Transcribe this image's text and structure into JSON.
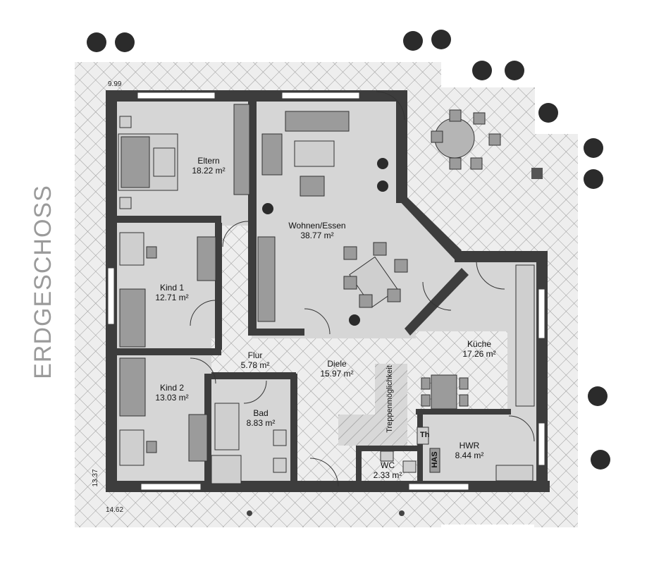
{
  "floor_title": "ERDGESCHOSS",
  "dimensions": {
    "top_width": "9.99",
    "left_height": "13.37",
    "bottom_width": "14.62"
  },
  "rooms": {
    "eltern": {
      "name": "Eltern",
      "area": "18.22 m²"
    },
    "wohnen": {
      "name": "Wohnen/Essen",
      "area": "38.77 m²"
    },
    "kind1": {
      "name": "Kind 1",
      "area": "12.71 m²"
    },
    "kind2": {
      "name": "Kind 2",
      "area": "13.03 m²"
    },
    "flur": {
      "name": "Flur",
      "area": "5.78 m²"
    },
    "diele": {
      "name": "Diele",
      "area": "15.97 m²"
    },
    "kueche": {
      "name": "Küche",
      "area": "17.26 m²"
    },
    "bad": {
      "name": "Bad",
      "area": "8.83 m²"
    },
    "wc": {
      "name": "WC",
      "area": "2.33 m²"
    },
    "hwr": {
      "name": "HWR",
      "area": "8.44 m²"
    }
  },
  "labels": {
    "stairs": "Treppenmöglichkeit",
    "th": "Th",
    "has": "HAS"
  },
  "colors": {
    "wall": "#3d3d3d",
    "floor_fill": "#d6d6d6",
    "terrace_fill": "#eeeeee",
    "furniture": "#9b9b9b"
  }
}
